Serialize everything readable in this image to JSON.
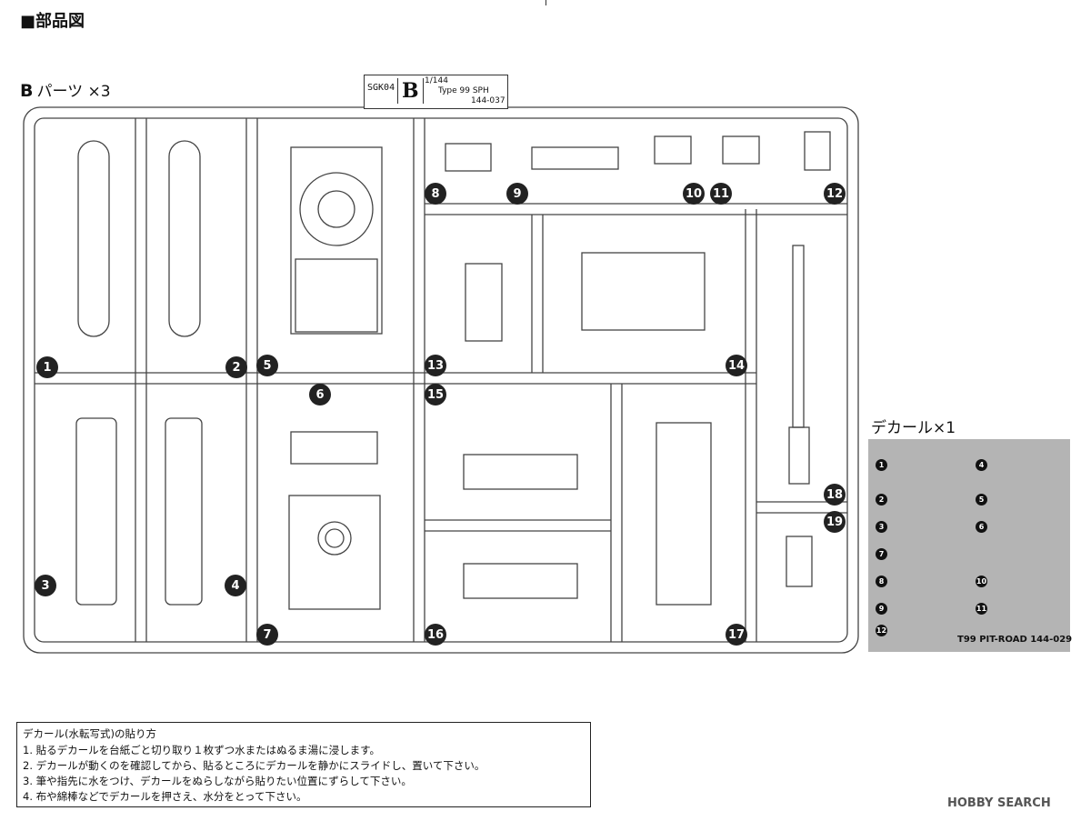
{
  "page_title": "■部品図",
  "parts": {
    "letter": "B",
    "label": "パーツ ×3"
  },
  "runner_tag": {
    "code": "SGK04",
    "letter": "B",
    "scale": "1/144",
    "name": "Type 99 SPH",
    "number": "144-037"
  },
  "part_numbers": [
    "1",
    "2",
    "3",
    "4",
    "5",
    "6",
    "7",
    "8",
    "9",
    "10",
    "11",
    "12",
    "13",
    "14",
    "15",
    "16",
    "17",
    "18",
    "19"
  ],
  "decal": {
    "label": "デカール×1",
    "numbers": [
      "1",
      "2",
      "3",
      "4",
      "5",
      "6",
      "7",
      "8",
      "9",
      "10",
      "11",
      "12"
    ],
    "code": "T99 PIT-ROAD 144-029"
  },
  "instructions": {
    "title": "デカール(水転写式)の貼り方",
    "steps": [
      "1. 貼るデカールを台紙ごと切り取り１枚ずつ水またはぬるま湯に浸します。",
      "2. デカールが動くのを確認してから、貼るところにデカールを静かにスライドし、置いて下さい。",
      "3. 筆や指先に水をつけ、デカールをぬらしながら貼りたい位置にずらして下さい。",
      "4. 布や綿棒などでデカールを押さえ、水分をとって下さい。"
    ]
  },
  "watermark": "HOBBY SEARCH"
}
